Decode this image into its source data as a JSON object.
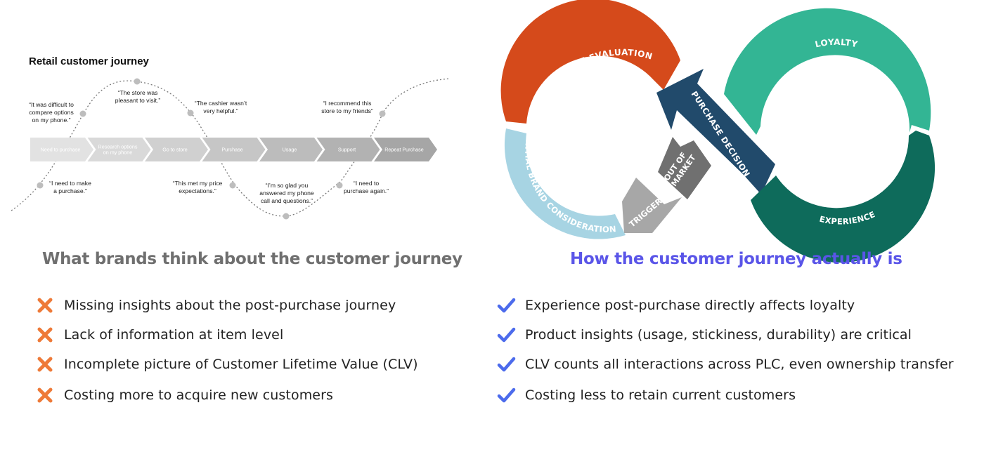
{
  "colors": {
    "cross": "#ee7a38",
    "check": "#4c6bec",
    "left_heading": "#6f6f6f",
    "right_heading": "#5a55e8",
    "active_evaluation": "#d54a1b",
    "loyalty": "#33b594",
    "experience": "#0e6b5b",
    "purchase_decision": "#214a6b",
    "initial_brand_consideration": "#a7d4e3",
    "out_of_market": "#707070",
    "trigger": "#a7a7a7"
  },
  "journey": {
    "title": "Retail customer journey",
    "stages": [
      "Need to purchase",
      "Research options on my phone",
      "Go to store",
      "Purchase",
      "Usage",
      "Support",
      "Repeat Purchase"
    ],
    "quotes_top": [
      {
        "lines": [
          "“It was difficult to",
          "compare options",
          "on my phone.”"
        ]
      },
      {
        "lines": [
          "“The store was",
          "pleasant to visit.”"
        ]
      },
      {
        "lines": [
          "“The cashier wasn’t",
          "very helpful.”"
        ]
      },
      {
        "lines": [
          "“I recommend this",
          "store to my friends”"
        ]
      }
    ],
    "quotes_bottom": [
      {
        "lines": [
          "“I need to make",
          "a purchase.”"
        ]
      },
      {
        "lines": [
          "“This met my price",
          "expectations.”"
        ]
      },
      {
        "lines": [
          "“I’m so glad you",
          "answered my phone",
          "call and questions.”"
        ]
      },
      {
        "lines": [
          "“I need to",
          "purchase again.”"
        ]
      }
    ]
  },
  "loop": {
    "active_evaluation": "ACTIVE EVALUATION",
    "loyalty": "LOYALTY",
    "experience": "EXPERIENCE",
    "purchase_decision": "PURCHASE DECISION",
    "initial_brand_consideration": "INITIAL BRAND CONSIDERATION",
    "trigger": "TRIGGER",
    "out_of_market_line1": "OUT OF",
    "out_of_market_line2": "MARKET"
  },
  "left": {
    "heading": "What brands think about the customer journey",
    "items": [
      "Missing insights about the post-purchase journey",
      "Lack of information at item level",
      "Incomplete picture of Customer Lifetime Value (CLV)",
      "Costing more to acquire new customers"
    ]
  },
  "right": {
    "heading": "How the customer journey actually is",
    "items": [
      "Experience post-purchase directly affects loyalty",
      "Product insights (usage, stickiness, durability) are critical",
      "CLV counts all interactions across PLC, even ownership transfer",
      "Costing less to retain current customers"
    ]
  }
}
